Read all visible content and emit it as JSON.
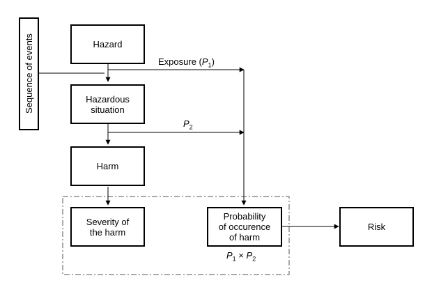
{
  "diagram": {
    "side_box": {
      "label": "Sequence of events"
    },
    "boxes": {
      "hazard": {
        "line1": "Hazard"
      },
      "hazardous_situation": {
        "line1": "Hazardous",
        "line2": "situation"
      },
      "harm": {
        "line1": "Harm"
      },
      "severity": {
        "line1": "Severity of",
        "line2": "the harm"
      },
      "probability": {
        "line1": "Probability",
        "line2": "of occurence",
        "line3": "of harm"
      },
      "risk": {
        "line1": "Risk"
      }
    },
    "labels": {
      "exposure_text": "Exposure (",
      "exposure_p": "P",
      "exposure_sub": "1",
      "exposure_close": ")",
      "p2_p": "P",
      "p2_sub": "2",
      "product_p1": "P",
      "product_sub1": "1",
      "product_times": " × ",
      "product_p2": "P",
      "product_sub2": "2"
    }
  }
}
